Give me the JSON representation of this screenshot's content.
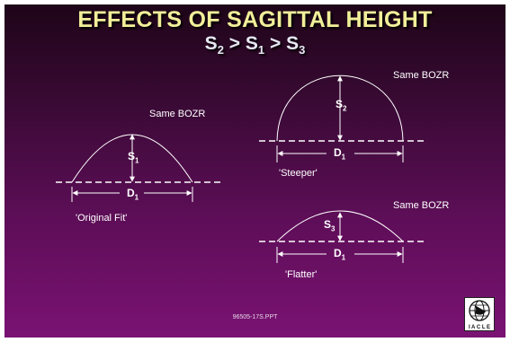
{
  "title": "EFFECTS OF SAGITTAL HEIGHT",
  "subtitle": {
    "s2": "S",
    "s2_sub": "2",
    "gt1": ">",
    "s1": "S",
    "s1_sub": "1",
    "gt2": ">",
    "s3": "S",
    "s3_sub": "3"
  },
  "diagrams": [
    {
      "id": "original",
      "bozr_label": "Same BOZR",
      "sag_label": "S",
      "sag_sub": "1",
      "diam_label": "D",
      "diam_sub": "1",
      "caption": "'Original Fit'"
    },
    {
      "id": "steeper",
      "bozr_label": "Same BOZR",
      "sag_label": "S",
      "sag_sub": "2",
      "diam_label": "D",
      "diam_sub": "1",
      "caption": "'Steeper'"
    },
    {
      "id": "flatter",
      "bozr_label": "Same BOZR",
      "sag_label": "S",
      "sag_sub": "3",
      "diam_label": "D",
      "diam_sub": "1",
      "caption": "'Flatter'"
    }
  ],
  "footer": "96505-17S.PPT",
  "logo": {
    "icon": "globe-logo-icon",
    "text": "I A C L E"
  },
  "colors": {
    "text": "#ffffff",
    "title": "#f2ef9a",
    "subtitle": "#e7e7f3",
    "line": "#ffffff"
  }
}
